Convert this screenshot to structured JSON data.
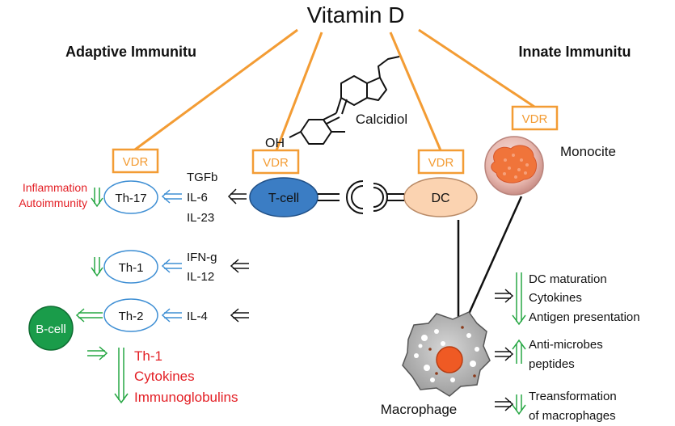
{
  "title": "Vitamin D",
  "sections": {
    "adaptive": "Adaptive Immunitu",
    "innate": "Innate Immunitu"
  },
  "vdr_label": "VDR",
  "molecule_label": "Calcidiol",
  "oh_label": "OH",
  "cells": {
    "tcell": "T-cell",
    "dc": "DC",
    "monocite": "Monocite",
    "macrophage": "Macrophage",
    "th17": "Th-17",
    "th1": "Th-1",
    "th2": "Th-2",
    "bcell": "B-cell"
  },
  "cytokines": {
    "th17": [
      "TGFb",
      "IL-6",
      "IL-23"
    ],
    "th1": [
      "IFN-g",
      "IL-12"
    ],
    "th2": [
      "IL-4"
    ]
  },
  "effects": {
    "th17": [
      "Inflammation",
      "Autoimmunity"
    ],
    "bcell": [
      "Th-1",
      "Cytokines",
      "Immunoglobulins"
    ],
    "dc_group": [
      "DC maturation",
      "Cytokines",
      "Antigen presentation"
    ],
    "peptides": [
      "Anti-microbes",
      "peptides"
    ],
    "transformation": [
      "Treansformation",
      "of macrophages"
    ]
  },
  "colors": {
    "vdr_orange": "#f39c34",
    "tcell_blue": "#3b7dc4",
    "dc_peach": "#fbd3b1",
    "bcell_green": "#1a9c4a",
    "arrow_green": "#27a744",
    "arrow_blue": "#3f8fd4",
    "text_red": "#e31e24",
    "macrophage_nucleus": "#ef5a24"
  }
}
